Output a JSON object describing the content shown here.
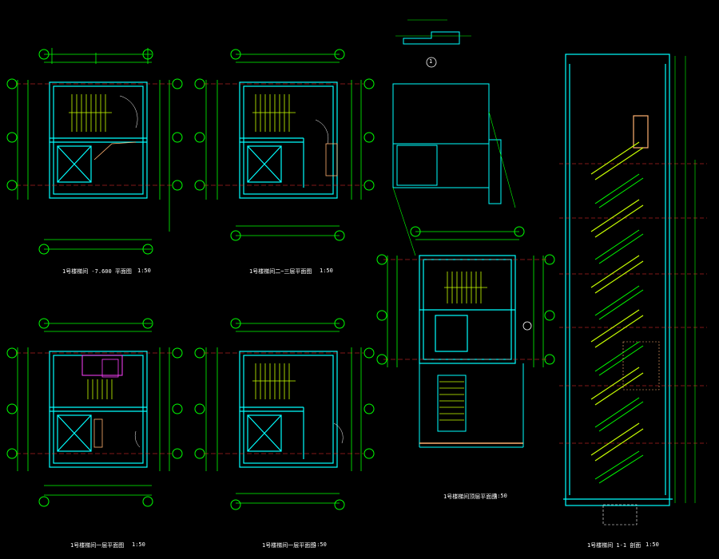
{
  "colors": {
    "background": "#000000",
    "wall": "#00ffff",
    "dimension": "#00ff00",
    "stair": "#c8ff00",
    "text": "#ffffff",
    "axis": "#ff3030",
    "magenta": "#ff40ff",
    "orange": "#ffb070"
  },
  "drawings": [
    {
      "title": "1号楼梯间 -7.600 平面图",
      "scale": "1:50"
    },
    {
      "title": "1号楼梯间二~三层平面图",
      "scale": "1:50"
    },
    {
      "title": "1号楼梯间一层平面图",
      "scale": "1:50"
    },
    {
      "title": "1号楼梯间一层平面图",
      "scale": "1:50"
    },
    {
      "title": "1号楼梯间顶层平面图",
      "scale": "1:50"
    },
    {
      "title": "1号楼梯间 1-1 剖面",
      "scale": "1:50"
    }
  ],
  "section_marker": "1"
}
